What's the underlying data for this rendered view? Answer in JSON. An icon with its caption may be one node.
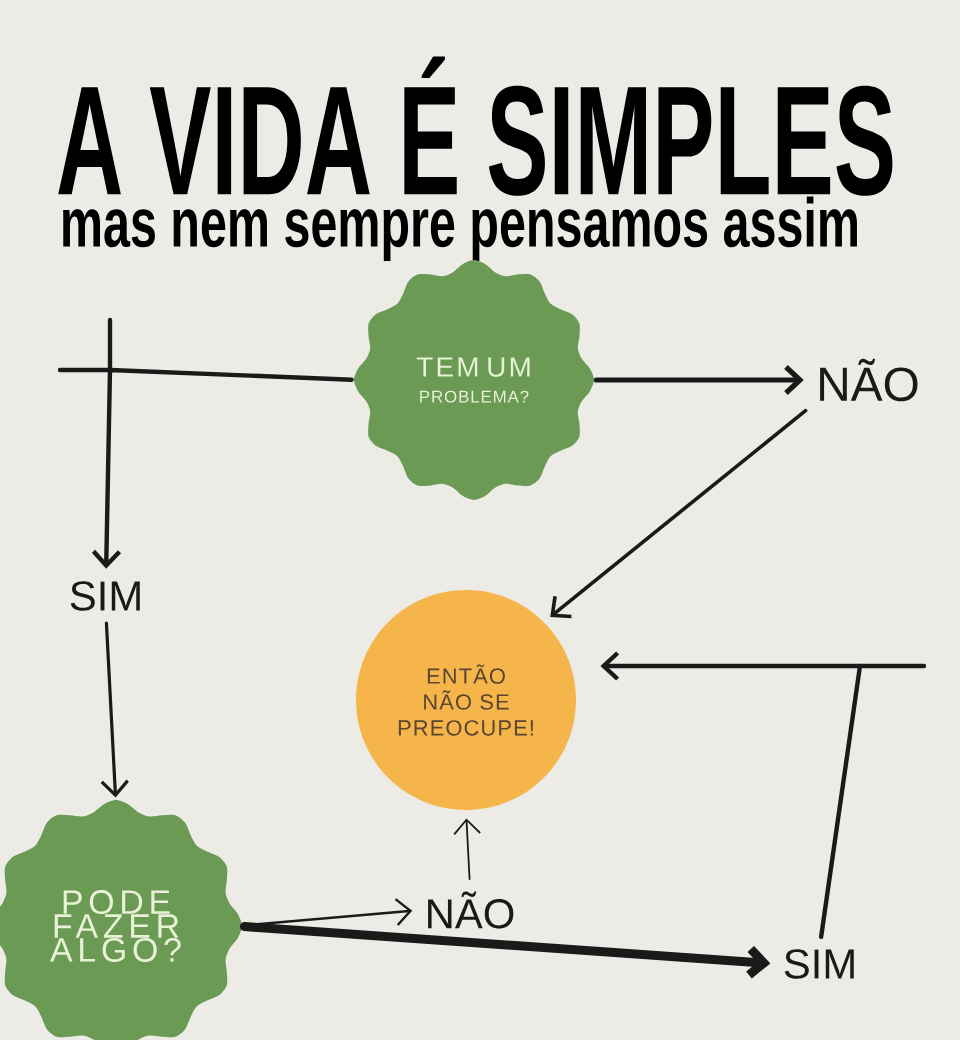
{
  "diagram": {
    "title": "A VIDA É SIMPLES",
    "caption": "mas nem sempre pensamos assim",
    "nodes": [
      {
        "text": [
          "TEM UM",
          "PROBLEMA?"
        ]
      },
      {
        "text": [
          "NÃO"
        ]
      },
      {
        "text": [
          "SIM"
        ]
      },
      {
        "text": [
          "ENTÃO NÃO SE PREOCUPE!"
        ]
      },
      {
        "text": [
          "PODE FAZER ALGO?"
        ]
      },
      {
        "text": [
          "NÃO"
        ]
      },
      {
        "text": [
          "SIM"
        ]
      }
    ],
    "edges": [
      {
        "from": 0,
        "to": 1,
        "arrow": "to"
      },
      {
        "from": 0,
        "to": 2,
        "arrow": "to"
      },
      {
        "from": 1,
        "to": 3,
        "arrow": "to"
      },
      {
        "from": 2,
        "to": 4,
        "arrow": "to"
      },
      {
        "from": 4,
        "to": 5,
        "arrow": "to"
      },
      {
        "from": 5,
        "to": 3,
        "arrow": "to"
      },
      {
        "from": 4,
        "to": 6,
        "arrow": "to",
        "style": "thick"
      },
      {
        "from": 6,
        "to": 3,
        "arrow": "to"
      }
    ]
  }
}
